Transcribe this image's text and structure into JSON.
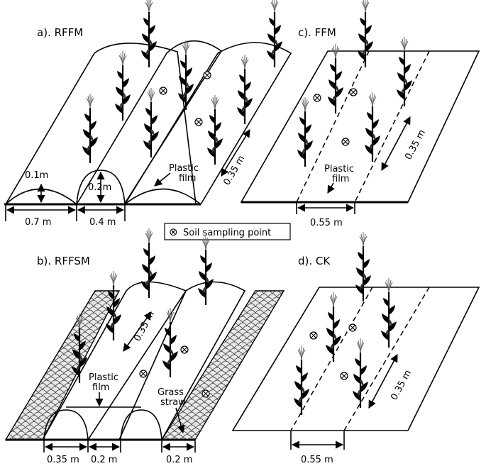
{
  "panels": {
    "a": {
      "title": "a). RFFM",
      "dim_ridge_height": "0.1m",
      "dim_furrow_height": "0.2m",
      "dim_ridge_width": "0.7 m",
      "dim_furrow_width": "0.4 m",
      "film_label_1": "Plastic",
      "film_label_2": "film",
      "row_spacing": "0.35 m"
    },
    "b": {
      "title": "b). RFFSM",
      "row_spacing": "0.35 m",
      "film_label_1": "Plastic",
      "film_label_2": "film",
      "straw_label_1": "Grass",
      "straw_label_2": "straw",
      "dim_furrow_width": "0.35 m",
      "dim_ridge_width": "0.2 m",
      "dim_straw_width": "0.2 m"
    },
    "c": {
      "title": "c). FFM",
      "row_spacing": "0.35 m",
      "film_label_1": "Plastic",
      "film_label_2": "film",
      "dim_width": "0.55 m"
    },
    "d": {
      "title": "d). CK",
      "row_spacing": "0.35 m",
      "dim_width": "0.55 m"
    }
  },
  "legend": {
    "symbol": "⊗",
    "label": "Soil sampling point"
  }
}
